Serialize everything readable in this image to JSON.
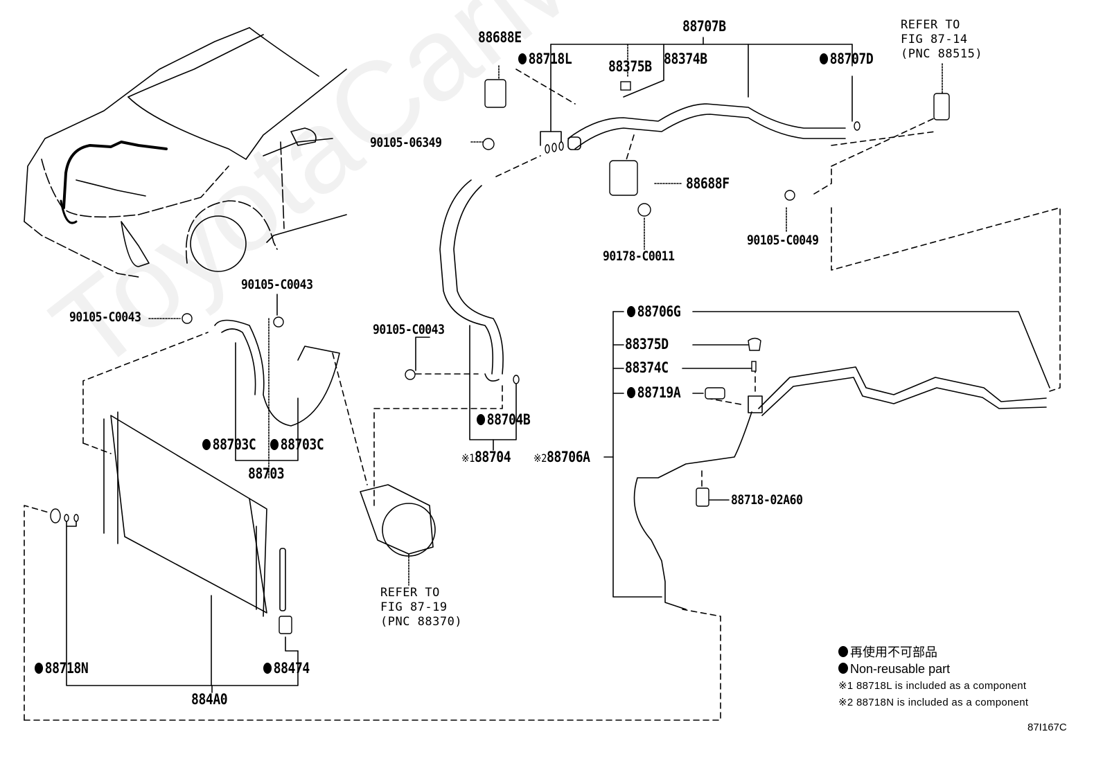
{
  "diagram": {
    "figure_id": "87I167C",
    "watermark": "ToyotaCarMine.ru",
    "callouts": {
      "p88707B": "88707B",
      "p88688E": "88688E",
      "p88718L": "88718L",
      "p88375B": "88375B",
      "p88374B": "88374B",
      "p88707D": "88707D",
      "p90105_06349": "90105-06349",
      "p88688F": "88688F",
      "p90178_C0011": "90178-C0011",
      "p90105_C0049": "90105-C0049",
      "p90105_C0043_a": "90105-C0043",
      "p90105_C0043_b": "90105-C0043",
      "p90105_C0043_c": "90105-C0043",
      "p88703C_a": "88703C",
      "p88703C_b": "88703C",
      "p88703": "88703",
      "p88704B": "88704B",
      "p88704": "88704",
      "p88704_note": "※1",
      "p88706G": "88706G",
      "p88375D": "88375D",
      "p88374C": "88374C",
      "p88719A": "88719A",
      "p88706A": "88706A",
      "p88706A_note": "※2",
      "p88718_02A60": "88718-02A60",
      "p88718N": "88718N",
      "p88474": "88474",
      "p884A0": "884A0"
    },
    "references": {
      "top_right": "REFER TO\nFIG 87-14\n(PNC 88515)",
      "compressor": "REFER TO\nFIG 87-19\n(PNC 88370)"
    },
    "legend": {
      "non_reusable_jp": "再使用不可部品",
      "non_reusable_en": "Non-reusable part",
      "note1": "※1 88718L  is included as a component",
      "note2": "※2 88718N is included as a component"
    }
  }
}
